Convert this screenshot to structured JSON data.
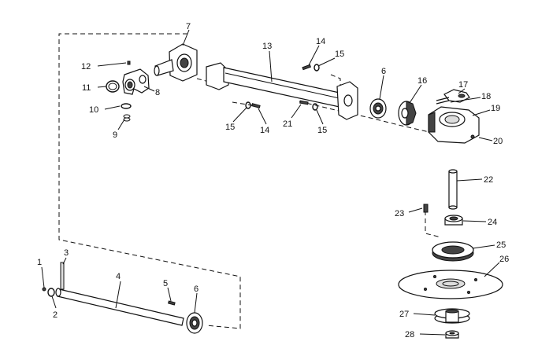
{
  "callouts": [
    {
      "id": "1",
      "label": "1"
    },
    {
      "id": "2",
      "label": "2"
    },
    {
      "id": "3",
      "label": "3"
    },
    {
      "id": "4",
      "label": "4"
    },
    {
      "id": "5",
      "label": "5"
    },
    {
      "id": "6a",
      "label": "6"
    },
    {
      "id": "6b",
      "label": "6"
    },
    {
      "id": "7",
      "label": "7"
    },
    {
      "id": "8",
      "label": "8"
    },
    {
      "id": "9",
      "label": "9"
    },
    {
      "id": "10",
      "label": "10"
    },
    {
      "id": "11",
      "label": "11"
    },
    {
      "id": "12",
      "label": "12"
    },
    {
      "id": "13",
      "label": "13"
    },
    {
      "id": "14a",
      "label": "14"
    },
    {
      "id": "14b",
      "label": "14"
    },
    {
      "id": "15a",
      "label": "15"
    },
    {
      "id": "15b",
      "label": "15"
    },
    {
      "id": "15c",
      "label": "15"
    },
    {
      "id": "16",
      "label": "16"
    },
    {
      "id": "17",
      "label": "17"
    },
    {
      "id": "18",
      "label": "18"
    },
    {
      "id": "19",
      "label": "19"
    },
    {
      "id": "20",
      "label": "20"
    },
    {
      "id": "21",
      "label": "21"
    },
    {
      "id": "22",
      "label": "22"
    },
    {
      "id": "23",
      "label": "23"
    },
    {
      "id": "24",
      "label": "24"
    },
    {
      "id": "25",
      "label": "25"
    },
    {
      "id": "26",
      "label": "26"
    },
    {
      "id": "27",
      "label": "27"
    },
    {
      "id": "28",
      "label": "28"
    }
  ]
}
